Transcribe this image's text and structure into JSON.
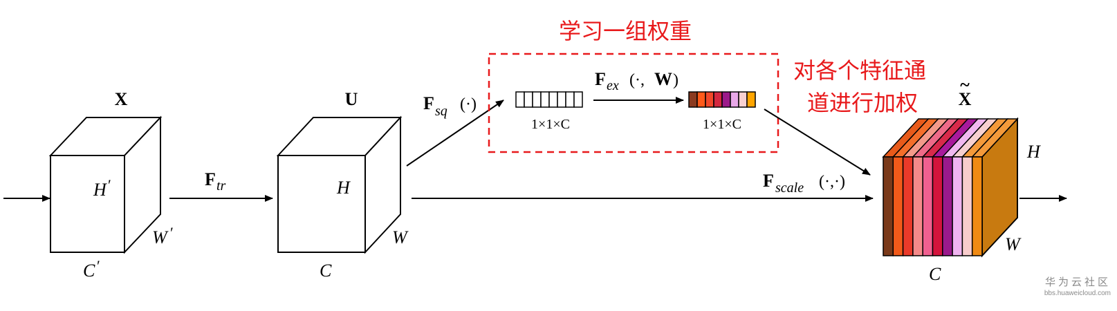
{
  "annotations": {
    "learn_weights": "学习一组权重",
    "weight_channels_line1": "对各个特征通",
    "weight_channels_line2": "道进行加权",
    "accent_color": "#e8191b"
  },
  "tensors": {
    "x": {
      "label": "X",
      "h": "H",
      "h_prime": "′",
      "w": "W",
      "w_prime": "′",
      "c": "C",
      "c_prime": "′"
    },
    "u": {
      "label": "U",
      "h": "H",
      "w": "W",
      "c": "C"
    },
    "x_tilde": {
      "label": "X",
      "tilde": "~",
      "h": "H",
      "w": "W",
      "c": "C"
    }
  },
  "operations": {
    "f_tr": {
      "f": "F",
      "sub": "tr"
    },
    "f_sq": {
      "f": "F",
      "sub": "sq",
      "args": "(·)"
    },
    "f_ex": {
      "f": "F",
      "sub": "ex",
      "args_open": "(·,",
      "args_w": "W",
      "args_close": ")"
    },
    "f_scale": {
      "f": "F",
      "sub": "scale",
      "args": "(·,·)"
    }
  },
  "vectors": {
    "squeeze": {
      "dim_label": "1×1×C",
      "cells": 8
    },
    "excite": {
      "dim_label": "1×1×C",
      "colors": [
        "#8b3a1f",
        "#ff5a1a",
        "#f2482a",
        "#d42840",
        "#9c1a8a",
        "#e8a8e8",
        "#f8d0d0",
        "#ffa500"
      ]
    }
  },
  "output_slices": {
    "colors": [
      "#7a3a1a",
      "#f25a1a",
      "#ea3a2a",
      "#f58a8a",
      "#f06090",
      "#d4143c",
      "#9a1a8c",
      "#f0b4f0",
      "#f8cccc",
      "#f08a14"
    ],
    "side_color": "#c87a10",
    "top_colors": [
      "#e85a1a",
      "#f46e2a",
      "#f49a8a",
      "#ee6a88",
      "#d82a4a",
      "#a81a9c",
      "#f0b8f0",
      "#f6d0d0",
      "#f49a3a"
    ]
  },
  "watermark": {
    "line1": "华为云社区",
    "line2": "bbs.huaweicloud.com"
  }
}
